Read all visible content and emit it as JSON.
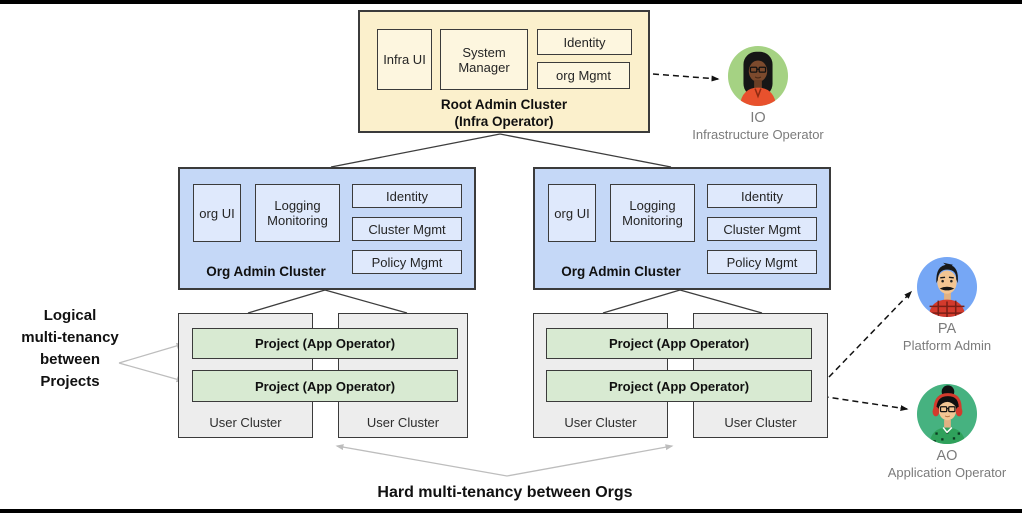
{
  "root_cluster": {
    "title_line1": "Root Admin Cluster",
    "title_line2": "(Infra Operator)",
    "components": {
      "infra_ui": "Infra UI",
      "system_manager": "System Manager",
      "identity": "Identity",
      "org_mgmt": "org Mgmt"
    }
  },
  "org_clusters": [
    {
      "title": "Org Admin Cluster",
      "components": {
        "org_ui": "org UI",
        "logging_monitoring": "Logging Monitoring",
        "identity": "Identity",
        "cluster_mgmt": "Cluster Mgmt",
        "policy_mgmt": "Policy Mgmt"
      }
    },
    {
      "title": "Org Admin Cluster",
      "components": {
        "org_ui": "org UI",
        "logging_monitoring": "Logging Monitoring",
        "identity": "Identity",
        "cluster_mgmt": "Cluster Mgmt",
        "policy_mgmt": "Policy Mgmt"
      }
    }
  ],
  "user_groups": [
    {
      "projects": [
        "Project (App Operator)",
        "Project (App Operator)"
      ],
      "clusters": [
        "User Cluster",
        "User Cluster"
      ]
    },
    {
      "projects": [
        "Project (App Operator)",
        "Project  (App Operator)"
      ],
      "clusters": [
        "User Cluster",
        "User Cluster"
      ]
    }
  ],
  "annotations": {
    "left_lines": [
      "Logical",
      "multi-tenancy",
      "between",
      "Projects"
    ],
    "bottom": "Hard multi-tenancy between Orgs"
  },
  "personas": [
    {
      "initials": "IO",
      "role": "Infrastructure Operator"
    },
    {
      "initials": "PA",
      "role": "Platform Admin"
    },
    {
      "initials": "AO",
      "role": "Application Operator"
    }
  ],
  "colors": {
    "root_cluster_fill": "#FBF0CC",
    "root_component_fill": "#FDF6DF",
    "org_cluster_fill": "#C5D8F7",
    "org_component_fill": "#DFE9FC",
    "project_fill": "#D8EAD2",
    "user_cluster_fill": "#EDEDED",
    "box_border": "#3B3B3B",
    "io_avatar_bg": "#A5D283",
    "pa_avatar_bg": "#76A7F5",
    "ao_avatar_bg": "#46B280",
    "persona_label_gray": "#7B7B7B",
    "soft_arrow_gray": "#BDBDBD"
  }
}
